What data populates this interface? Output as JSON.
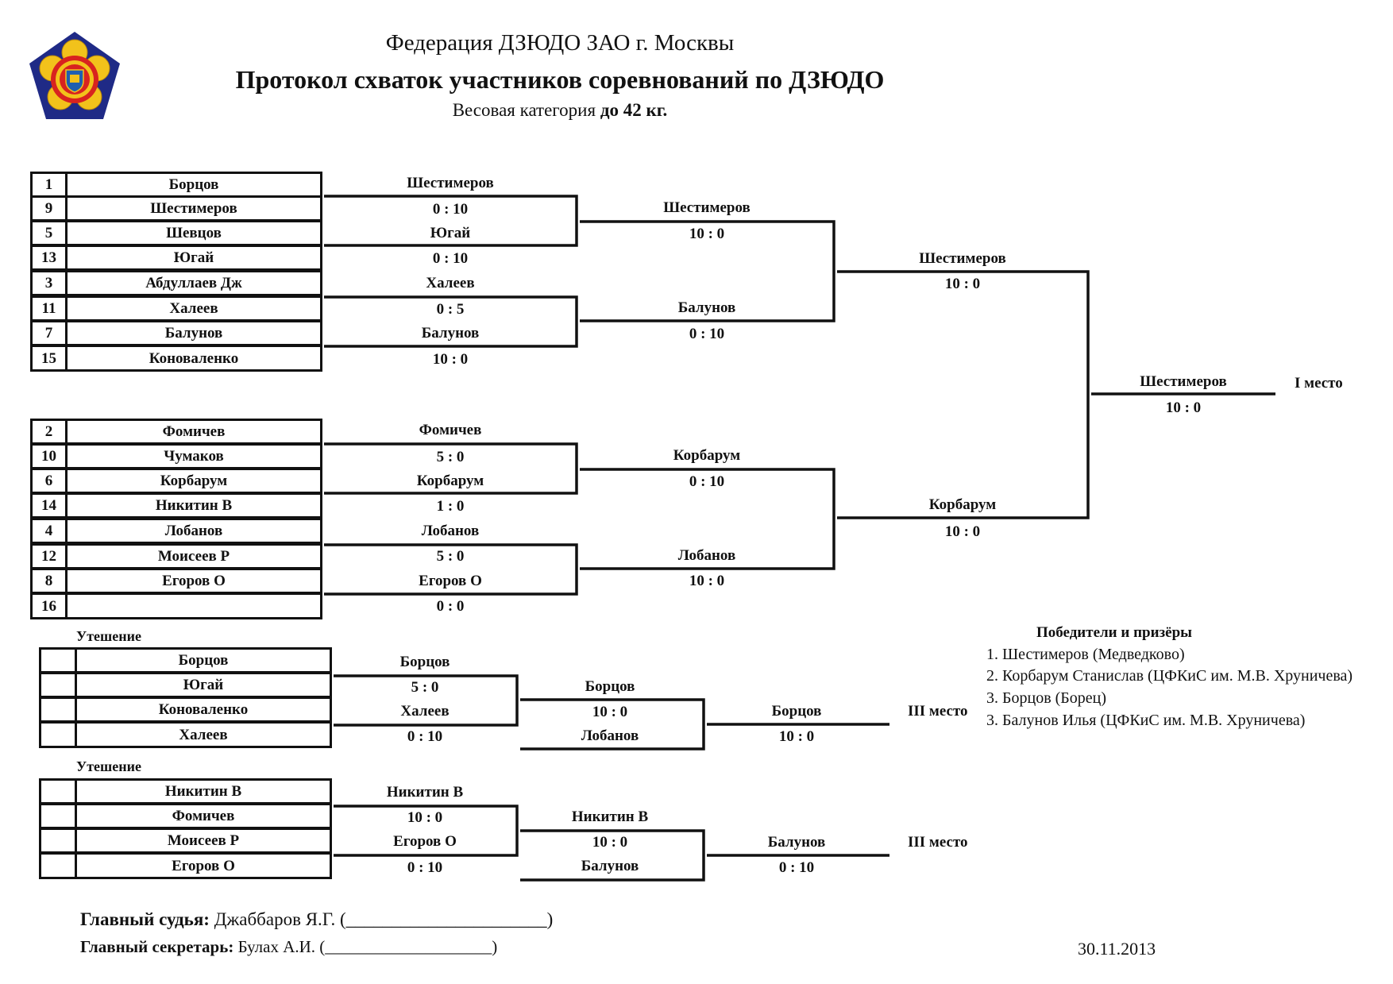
{
  "header": {
    "federation": "Федерация ДЗЮДО ЗАО г. Москвы",
    "title": "Протокол схваток участников соревнований по ДЗЮДО",
    "weight_prefix": "Весовая категория",
    "weight_value": "до 42 кг."
  },
  "pool_a": [
    {
      "seed": "1",
      "name": "Борцов"
    },
    {
      "seed": "9",
      "name": "Шестимеров"
    },
    {
      "seed": "5",
      "name": "Шевцов"
    },
    {
      "seed": "13",
      "name": "Югай"
    },
    {
      "seed": "3",
      "name": "Абдуллаев Дж"
    },
    {
      "seed": "11",
      "name": "Халеев"
    },
    {
      "seed": "7",
      "name": "Балунов"
    },
    {
      "seed": "15",
      "name": "Коноваленко"
    }
  ],
  "pool_b": [
    {
      "seed": "2",
      "name": "Фомичев"
    },
    {
      "seed": "10",
      "name": "Чумаков"
    },
    {
      "seed": "6",
      "name": "Корбарум"
    },
    {
      "seed": "14",
      "name": "Никитин В"
    },
    {
      "seed": "4",
      "name": "Лобанов"
    },
    {
      "seed": "12",
      "name": "Моисеев Р"
    },
    {
      "seed": "8",
      "name": "Егоров О"
    },
    {
      "seed": "16",
      "name": ""
    }
  ],
  "pool_a_r1": [
    {
      "winner": "Шестимеров",
      "score": "0  :  10"
    },
    {
      "winner": "Югай",
      "score": "0  :  10"
    },
    {
      "winner": "Халеев",
      "score": "0  :  5"
    },
    {
      "winner": "Балунов",
      "score": "10  :  0"
    }
  ],
  "pool_a_r2": [
    {
      "winner": "Шестимеров",
      "score": "10  :  0"
    },
    {
      "winner": "Балунов",
      "score": "0  :  10"
    }
  ],
  "pool_a_r3": {
    "winner": "Шестимеров",
    "score": "10  :  0"
  },
  "pool_b_r1": [
    {
      "winner": "Фомичев",
      "score": "5  :  0"
    },
    {
      "winner": "Корбарум",
      "score": "1  :  0"
    },
    {
      "winner": "Лобанов",
      "score": "5  :  0"
    },
    {
      "winner": "Егоров О",
      "score": "0  :  0"
    }
  ],
  "pool_b_r2": [
    {
      "winner": "Корбарум",
      "score": "0  :  10"
    },
    {
      "winner": "Лобанов",
      "score": "10  :  0"
    }
  ],
  "pool_b_r3": {
    "winner": "Корбарум",
    "score": "10  :  0"
  },
  "final": {
    "winner": "Шестимеров",
    "score": "10  :  0",
    "place": "I место"
  },
  "consolation_1": {
    "label": "Утешение",
    "names": [
      "Борцов",
      "Югай",
      "Коноваленко",
      "Халеев"
    ],
    "r1": [
      {
        "winner": "Борцов",
        "score": "5  :  0"
      },
      {
        "winner": "Халеев",
        "score": "0  :  10"
      }
    ],
    "r2": [
      {
        "winner": "Борцов",
        "score": "10  :  0"
      },
      {
        "winner": "Лобанов",
        "score": ""
      }
    ],
    "r3": {
      "winner": "Борцов",
      "score": "10  :  0"
    },
    "place": "III место"
  },
  "consolation_2": {
    "label": "Утешение",
    "names": [
      "Никитин В",
      "Фомичев",
      "Моисеев Р",
      "Егоров О"
    ],
    "r1": [
      {
        "winner": "Никитин В",
        "score": "10  :  0"
      },
      {
        "winner": "Егоров О",
        "score": "0  :  10"
      }
    ],
    "r2": [
      {
        "winner": "Никитин В",
        "score": "10  :  0"
      },
      {
        "winner": "Балунов",
        "score": ""
      }
    ],
    "r3": {
      "winner": "Балунов",
      "score": "0  :  10"
    },
    "place": "III место"
  },
  "winners": {
    "title": "Победители и призёры",
    "list": [
      "1. Шестимеров (Медведково)",
      "2. Корбарум Станислав (ЦФКиС им. М.В. Хруничева)",
      "3. Борцов (Борец)",
      "3. Балунов Илья (ЦФКиС им. М.В. Хруничева)"
    ]
  },
  "footer": {
    "judge_label": "Главный судья:",
    "judge_value": "Джаббаров Я.Г. (______________________)",
    "secretary_label": "Главный секретарь:",
    "secretary_value": "Булах А.И. (____________________)",
    "date": "30.11.2013"
  },
  "colors": {
    "logo_blue": "#1f2a86",
    "logo_gold": "#f2c21b",
    "logo_red": "#d8231f",
    "ink": "#111111"
  }
}
